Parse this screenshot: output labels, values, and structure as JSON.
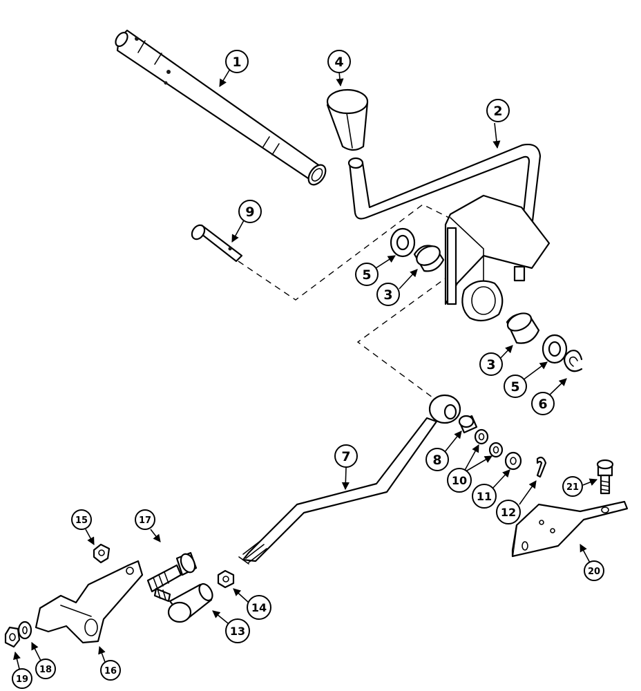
{
  "callouts": [
    {
      "id": "1",
      "label": "1"
    },
    {
      "id": "2",
      "label": "2"
    },
    {
      "id": "3a",
      "label": "3"
    },
    {
      "id": "3b",
      "label": "3"
    },
    {
      "id": "4",
      "label": "4"
    },
    {
      "id": "5a",
      "label": "5"
    },
    {
      "id": "5b",
      "label": "5"
    },
    {
      "id": "6",
      "label": "6"
    },
    {
      "id": "7",
      "label": "7"
    },
    {
      "id": "8",
      "label": "8"
    },
    {
      "id": "9",
      "label": "9"
    },
    {
      "id": "10",
      "label": "10"
    },
    {
      "id": "11",
      "label": "11"
    },
    {
      "id": "12",
      "label": "12"
    },
    {
      "id": "13",
      "label": "13"
    },
    {
      "id": "14",
      "label": "14"
    },
    {
      "id": "15",
      "label": "15"
    },
    {
      "id": "16",
      "label": "16"
    },
    {
      "id": "17",
      "label": "17"
    },
    {
      "id": "18",
      "label": "18"
    },
    {
      "id": "19",
      "label": "19"
    },
    {
      "id": "20",
      "label": "20"
    },
    {
      "id": "21",
      "label": "21"
    }
  ]
}
